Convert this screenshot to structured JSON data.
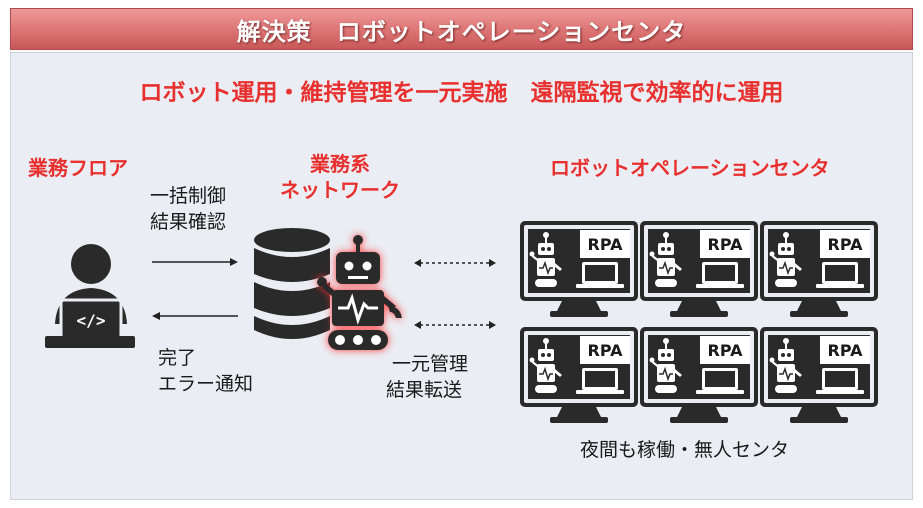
{
  "title": "解決策　ロボットオペレーションセンタ",
  "headline": "ロボット運用・維持管理を一元実施　遠隔監視で効率的に運用",
  "sections": {
    "floor": "業務フロア",
    "network_line1": "業務系",
    "network_line2": "ネットワーク",
    "center": "ロボットオペレーションセンタ"
  },
  "labels": {
    "cmd_line1": "一括制御",
    "cmd_line2": "結果確認",
    "ret_line1": "完了",
    "ret_line2": "エラー通知",
    "mgmt_line1": "一元管理",
    "mgmt_line2": "結果転送"
  },
  "monitors": [
    {
      "tag": "RPA"
    },
    {
      "tag": "RPA"
    },
    {
      "tag": "RPA"
    },
    {
      "tag": "RPA"
    },
    {
      "tag": "RPA"
    },
    {
      "tag": "RPA"
    }
  ],
  "footer": "夜間も稼働・無人センタ",
  "colors": {
    "accent_red": "#e8302e",
    "title_bar": "#e07a7a",
    "panel_bg": "#eaedf3",
    "icon_dark": "#2a2a2a"
  }
}
